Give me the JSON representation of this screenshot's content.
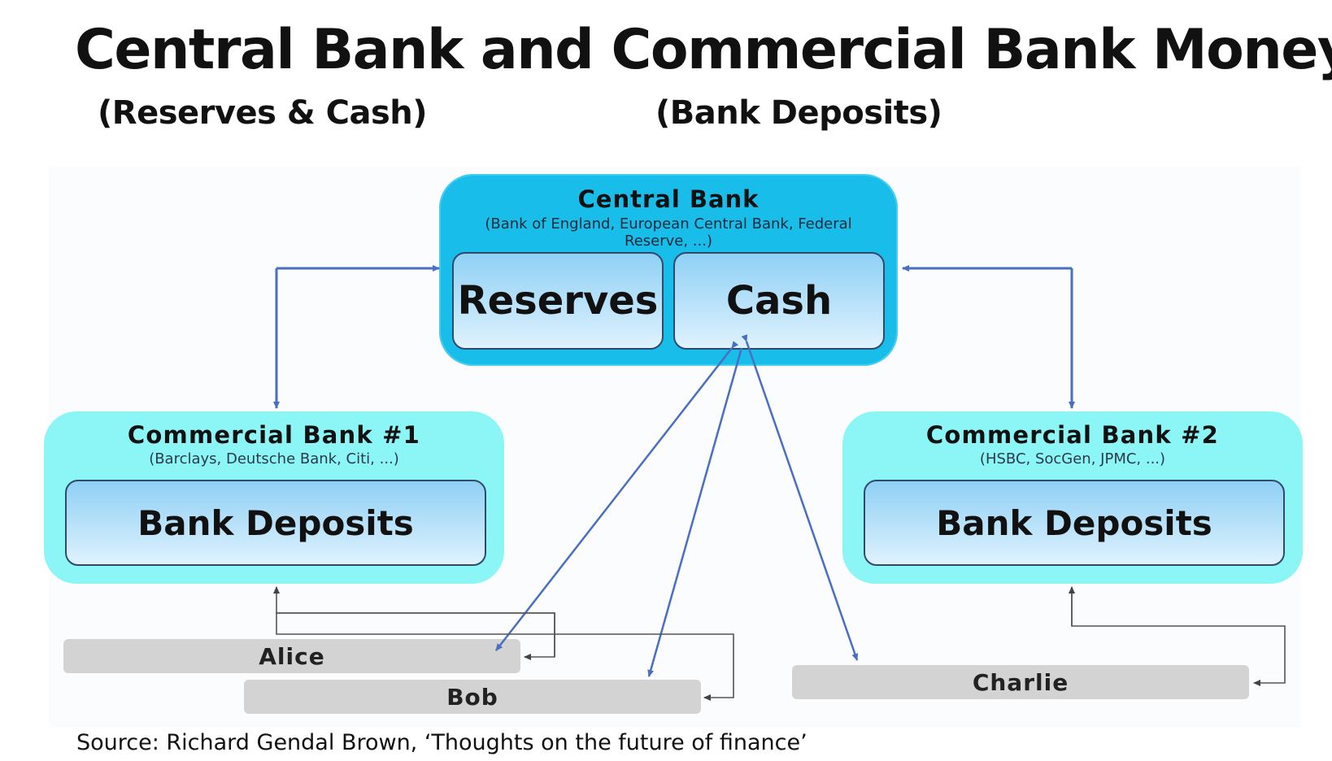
{
  "title": "Central Bank and Commercial Bank Money",
  "subtitle_left": "(Reserves & Cash)",
  "subtitle_right": "(Bank Deposits)",
  "central_bank": {
    "title": "Central Bank",
    "subtitle": "(Bank of England, European Central Bank, Federal Reserve, ...)",
    "reserves_label": "Reserves",
    "cash_label": "Cash",
    "fill_color": "#19bde9"
  },
  "commercial_bank_1": {
    "title": "Commercial Bank #1",
    "subtitle": "(Barclays, Deutsche Bank, Citi, ...)",
    "deposits_label": "Bank Deposits",
    "fill_color": "#8cf6f7"
  },
  "commercial_bank_2": {
    "title": "Commercial Bank #2",
    "subtitle": "(HSBC, SocGen, JPMC, ...)",
    "deposits_label": "Bank Deposits",
    "fill_color": "#8cf6f7"
  },
  "people": {
    "alice": "Alice",
    "bob": "Bob",
    "charlie": "Charlie"
  },
  "arrow_color": "#4a6ec0",
  "source": "Source: Richard Gendal Brown, ‘Thoughts on the future of finance’"
}
